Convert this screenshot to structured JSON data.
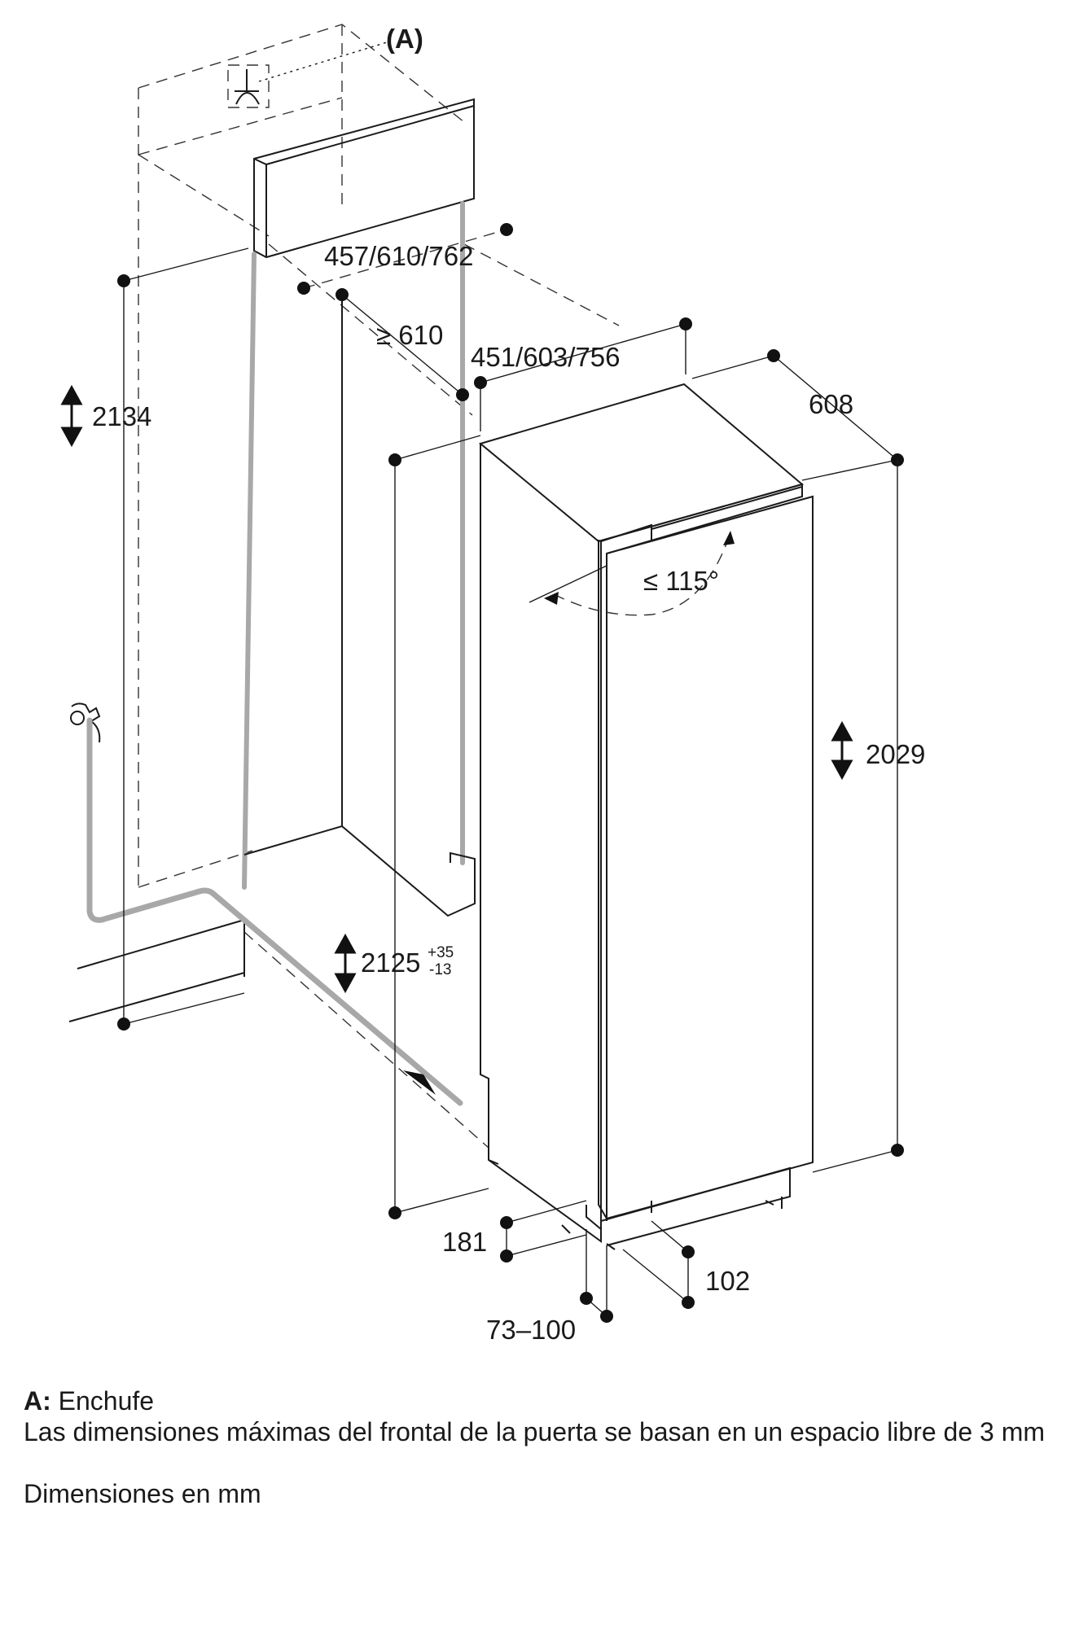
{
  "labels": {
    "connection": "(A)",
    "cabinet_height": "2134",
    "depth_options": "457/610/762",
    "min_depth": "≥ 610",
    "width_options": "451/603/756",
    "appliance_width": "608",
    "door_angle": "≤ 115°",
    "appliance_height": "2029",
    "niche_height_base": "2125",
    "niche_height_plus": "+35",
    "niche_height_minus": "-13",
    "plinth_height": "181",
    "plinth_depth": "102",
    "plinth_range": "73–100"
  },
  "notes": {
    "key": "A:",
    "key_text": "Enchufe",
    "door_note": "Las dimensiones máximas del frontal de la puerta se basan en un espacio libre de 3 mm",
    "units": "Dimensiones en mm"
  }
}
